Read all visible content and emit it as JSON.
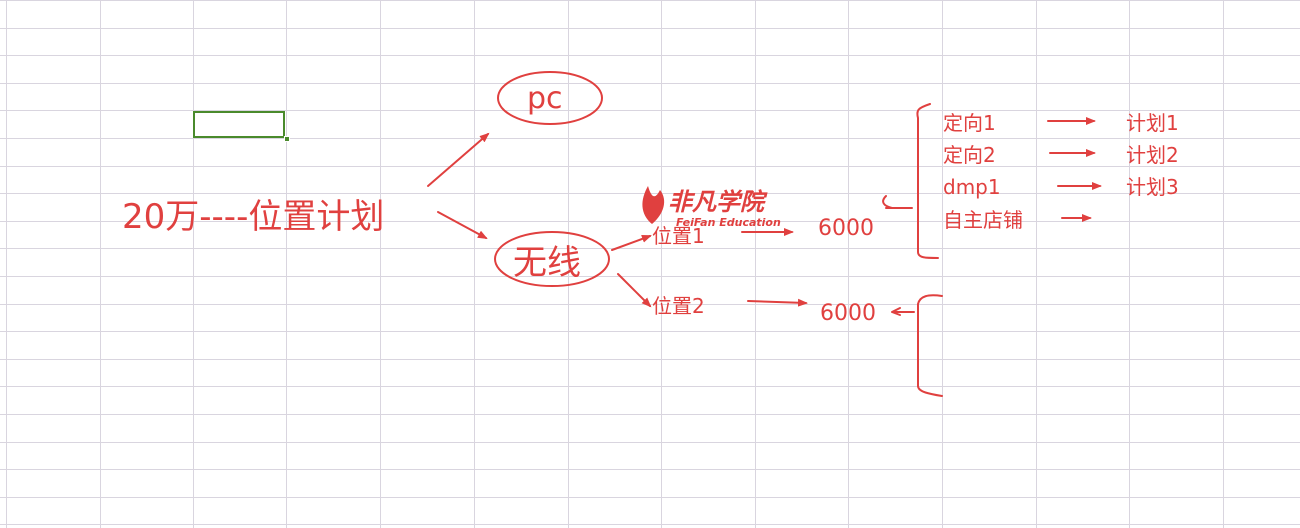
{
  "annotations": {
    "budget_label": "20万----位置计划",
    "pc_label": "pc",
    "wireless_label": "无线",
    "position1_label": "位置1",
    "position2_label": "位置2",
    "amount1": "6000",
    "amount2": "6000",
    "targets": [
      "定向1",
      "定向2",
      "dmp1",
      "自主店铺"
    ],
    "plans": [
      "计划1",
      "计划2",
      "计划3"
    ]
  },
  "watermark": {
    "brand": "非凡学院",
    "sub": "FeiFan Education"
  },
  "colors": {
    "annotation": "#e0403f",
    "grid_line": "#d9d5df",
    "selection": "#4a8a2c"
  }
}
